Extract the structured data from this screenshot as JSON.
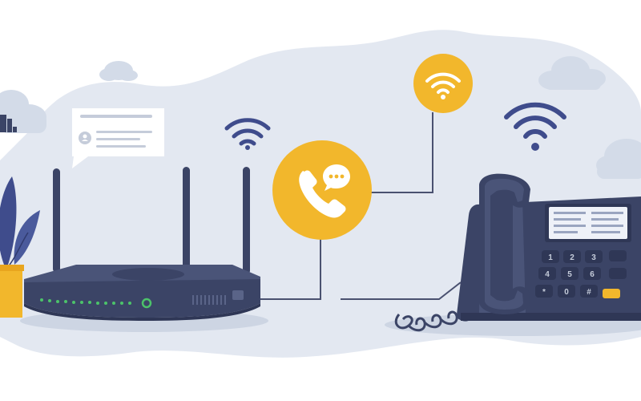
{
  "illustration": {
    "subject": "VoIP phone connected to a wifi router",
    "colors": {
      "background_blob": "#E3E8F1",
      "cloud": "#D3DBE8",
      "device_dark": "#3B4466",
      "device_mid": "#4A5478",
      "accent_yellow": "#F2B72C",
      "wifi_blue": "#3F4C8C",
      "led_green": "#4CC36A",
      "line_gray": "#4A5170",
      "screen_light": "#EEF1F8"
    },
    "icons": [
      "wifi-icon",
      "phone-chat-icon",
      "message-bubble-icon",
      "cloud-icon",
      "plant-icon"
    ],
    "keypad": {
      "keys": [
        "1",
        "2",
        "3",
        "4",
        "5",
        "6",
        "*",
        "0",
        "#"
      ]
    }
  }
}
